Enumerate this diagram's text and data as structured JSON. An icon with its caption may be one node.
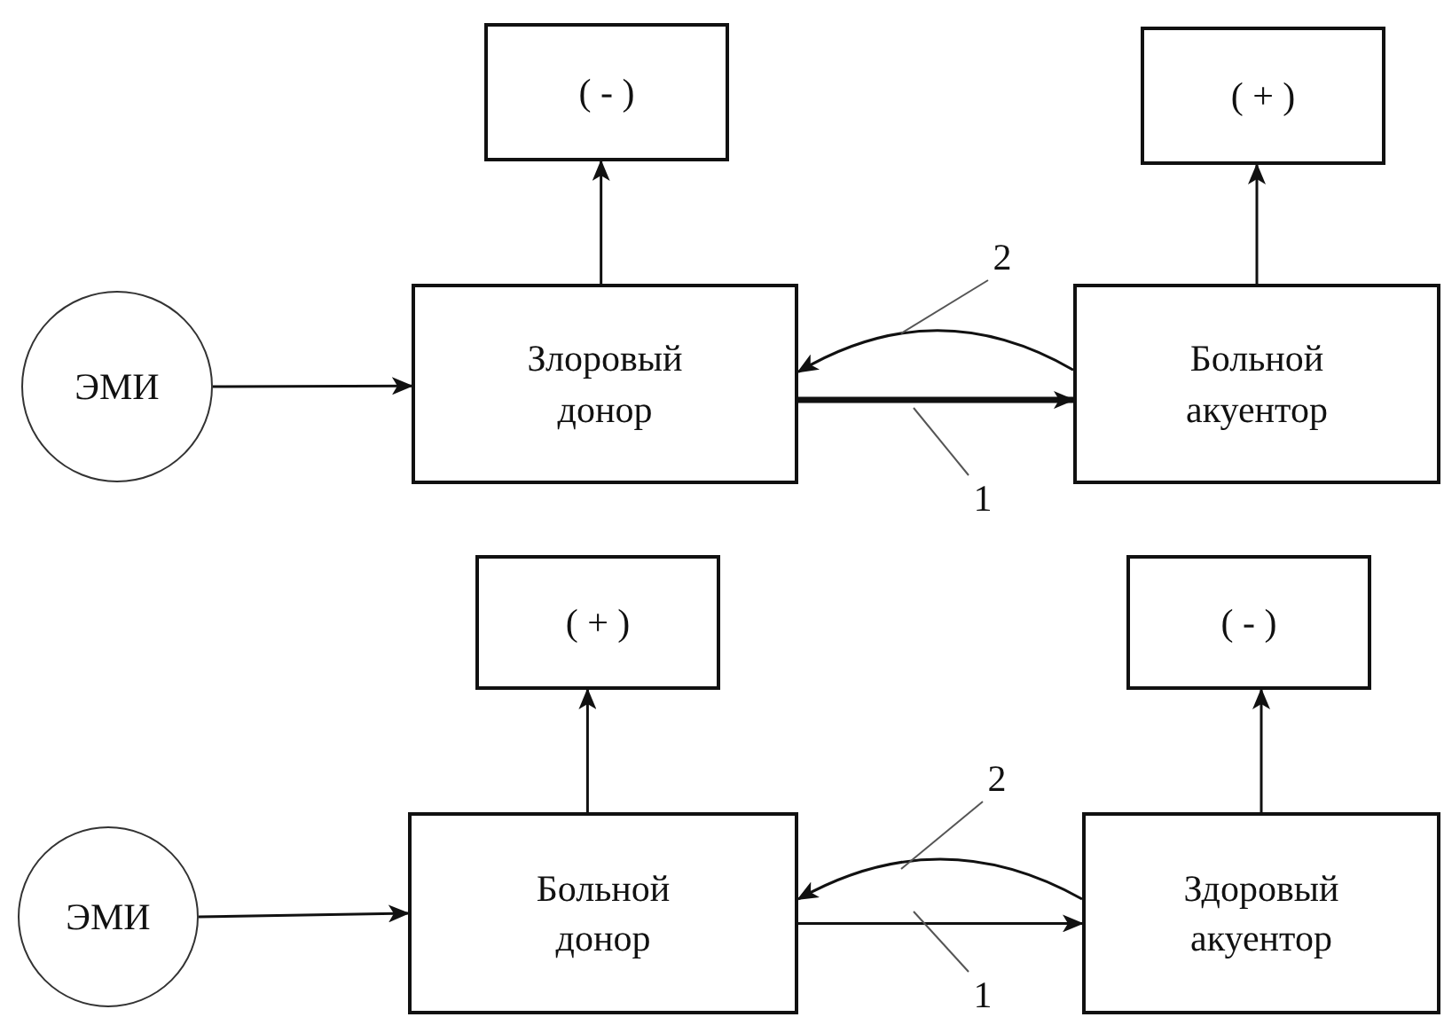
{
  "diagram": {
    "nodes": [
      {
        "text": [
          "( - )"
        ]
      },
      {
        "text": [
          "( + )"
        ]
      },
      {
        "text": [
          "ЭМИ"
        ]
      },
      {
        "text": [
          "Злоровый донор"
        ]
      },
      {
        "text": [
          "2"
        ]
      },
      {
        "text": [
          "Больной акуентор"
        ]
      },
      {
        "text": [
          "1"
        ]
      },
      {
        "text": [
          "( + )"
        ]
      },
      {
        "text": [
          "( - )"
        ]
      },
      {
        "text": [
          "ЭМИ"
        ]
      },
      {
        "text": [
          "Больной донор"
        ]
      },
      {
        "text": [
          "2"
        ]
      },
      {
        "text": [
          "Здоровый акуентор"
        ]
      },
      {
        "text": [
          "1"
        ]
      }
    ],
    "edges": [
      {
        "from": 2,
        "to": 3,
        "arrow": "to"
      },
      {
        "from": 3,
        "to": 0,
        "arrow": "to"
      },
      {
        "from": 5,
        "to": 1,
        "arrow": "to"
      },
      {
        "from": 3,
        "to": 5,
        "arrow": "to",
        "style": "thick"
      },
      {
        "from": 5,
        "to": 3,
        "arrow": "to"
      },
      {
        "from": 4,
        "to": null,
        "arrow": "none"
      },
      {
        "from": 6,
        "to": null,
        "arrow": "none"
      },
      {
        "from": 9,
        "to": 10,
        "arrow": "to"
      },
      {
        "from": 10,
        "to": 7,
        "arrow": "to"
      },
      {
        "from": 12,
        "to": 8,
        "arrow": "to"
      },
      {
        "from": 10,
        "to": 12,
        "arrow": "to"
      },
      {
        "from": 12,
        "to": 10,
        "arrow": "to"
      },
      {
        "from": 11,
        "to": null,
        "arrow": "none"
      },
      {
        "from": 13,
        "to": null,
        "arrow": "none"
      }
    ]
  }
}
